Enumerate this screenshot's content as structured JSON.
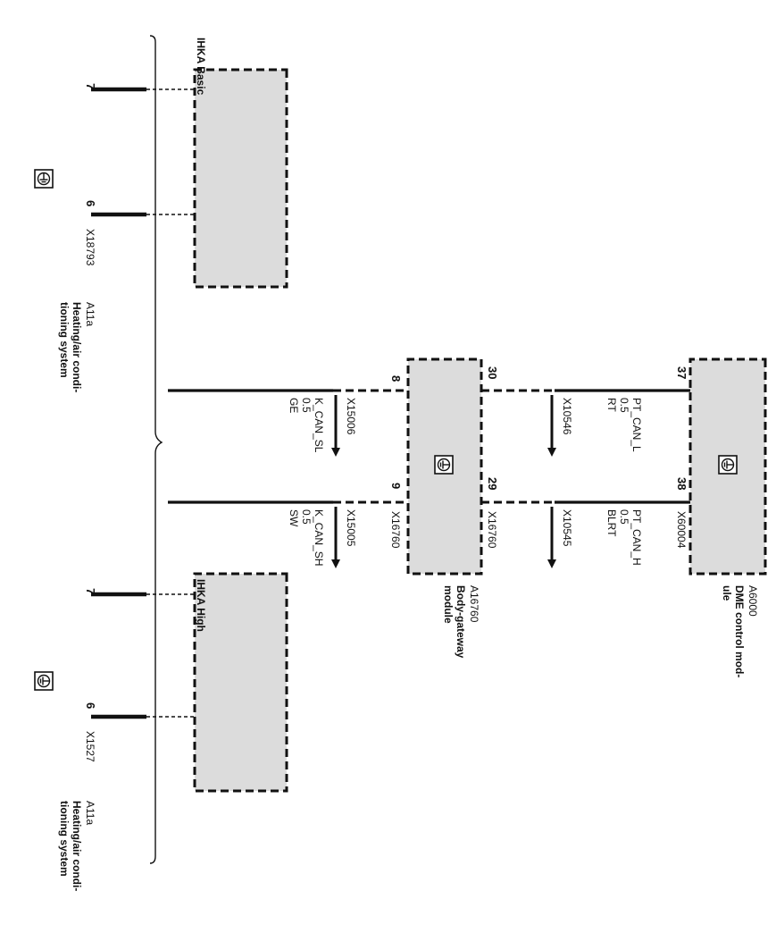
{
  "colors": {
    "module_fill": "#dcdcdc",
    "line": "#111111"
  },
  "icons": {
    "module_symbol": "ground-symbol-icon"
  },
  "groups": {
    "basic": "IHKA Basic",
    "high": "IHKA High"
  },
  "modules": {
    "hvac_basic": {
      "id": "A11a",
      "name_line1": "Heating/air condi-",
      "name_line2": "tioning system",
      "connector": "X18793",
      "pin_top": "7",
      "pin_bottom": "6"
    },
    "hvac_high": {
      "id": "A11a",
      "name_line1": "Heating/air condi-",
      "name_line2": "tioning system",
      "connector": "X1527",
      "pin_top": "7",
      "pin_bottom": "6"
    },
    "gateway": {
      "id": "A16760",
      "name_line1": "Body-gateway",
      "name_line2": "module",
      "connector_left": "X16760",
      "connector_right": "X16760",
      "pin_left_top": "8",
      "pin_left_bottom": "9",
      "pin_right_top": "30",
      "pin_right_bottom": "29"
    },
    "dme": {
      "id": "A6000",
      "name_line1": "DME control mod-",
      "name_line2": "ule",
      "connector": "X60004",
      "pin_top": "37",
      "pin_bottom": "38"
    }
  },
  "wires": {
    "k_can_sl": {
      "splice": "X15006",
      "signal": "K_CAN_SL",
      "size": "0.5",
      "color": "GE"
    },
    "k_can_sh": {
      "splice": "X15005",
      "signal": "K_CAN_SH",
      "size": "0.5",
      "color": "SW"
    },
    "pt_can_l": {
      "splice": "X10546",
      "signal": "PT_CAN_L",
      "size": "0.5",
      "color": "RT"
    },
    "pt_can_h": {
      "splice": "X10545",
      "signal": "PT_CAN_H",
      "size": "0.5",
      "color": "BLRT"
    }
  }
}
